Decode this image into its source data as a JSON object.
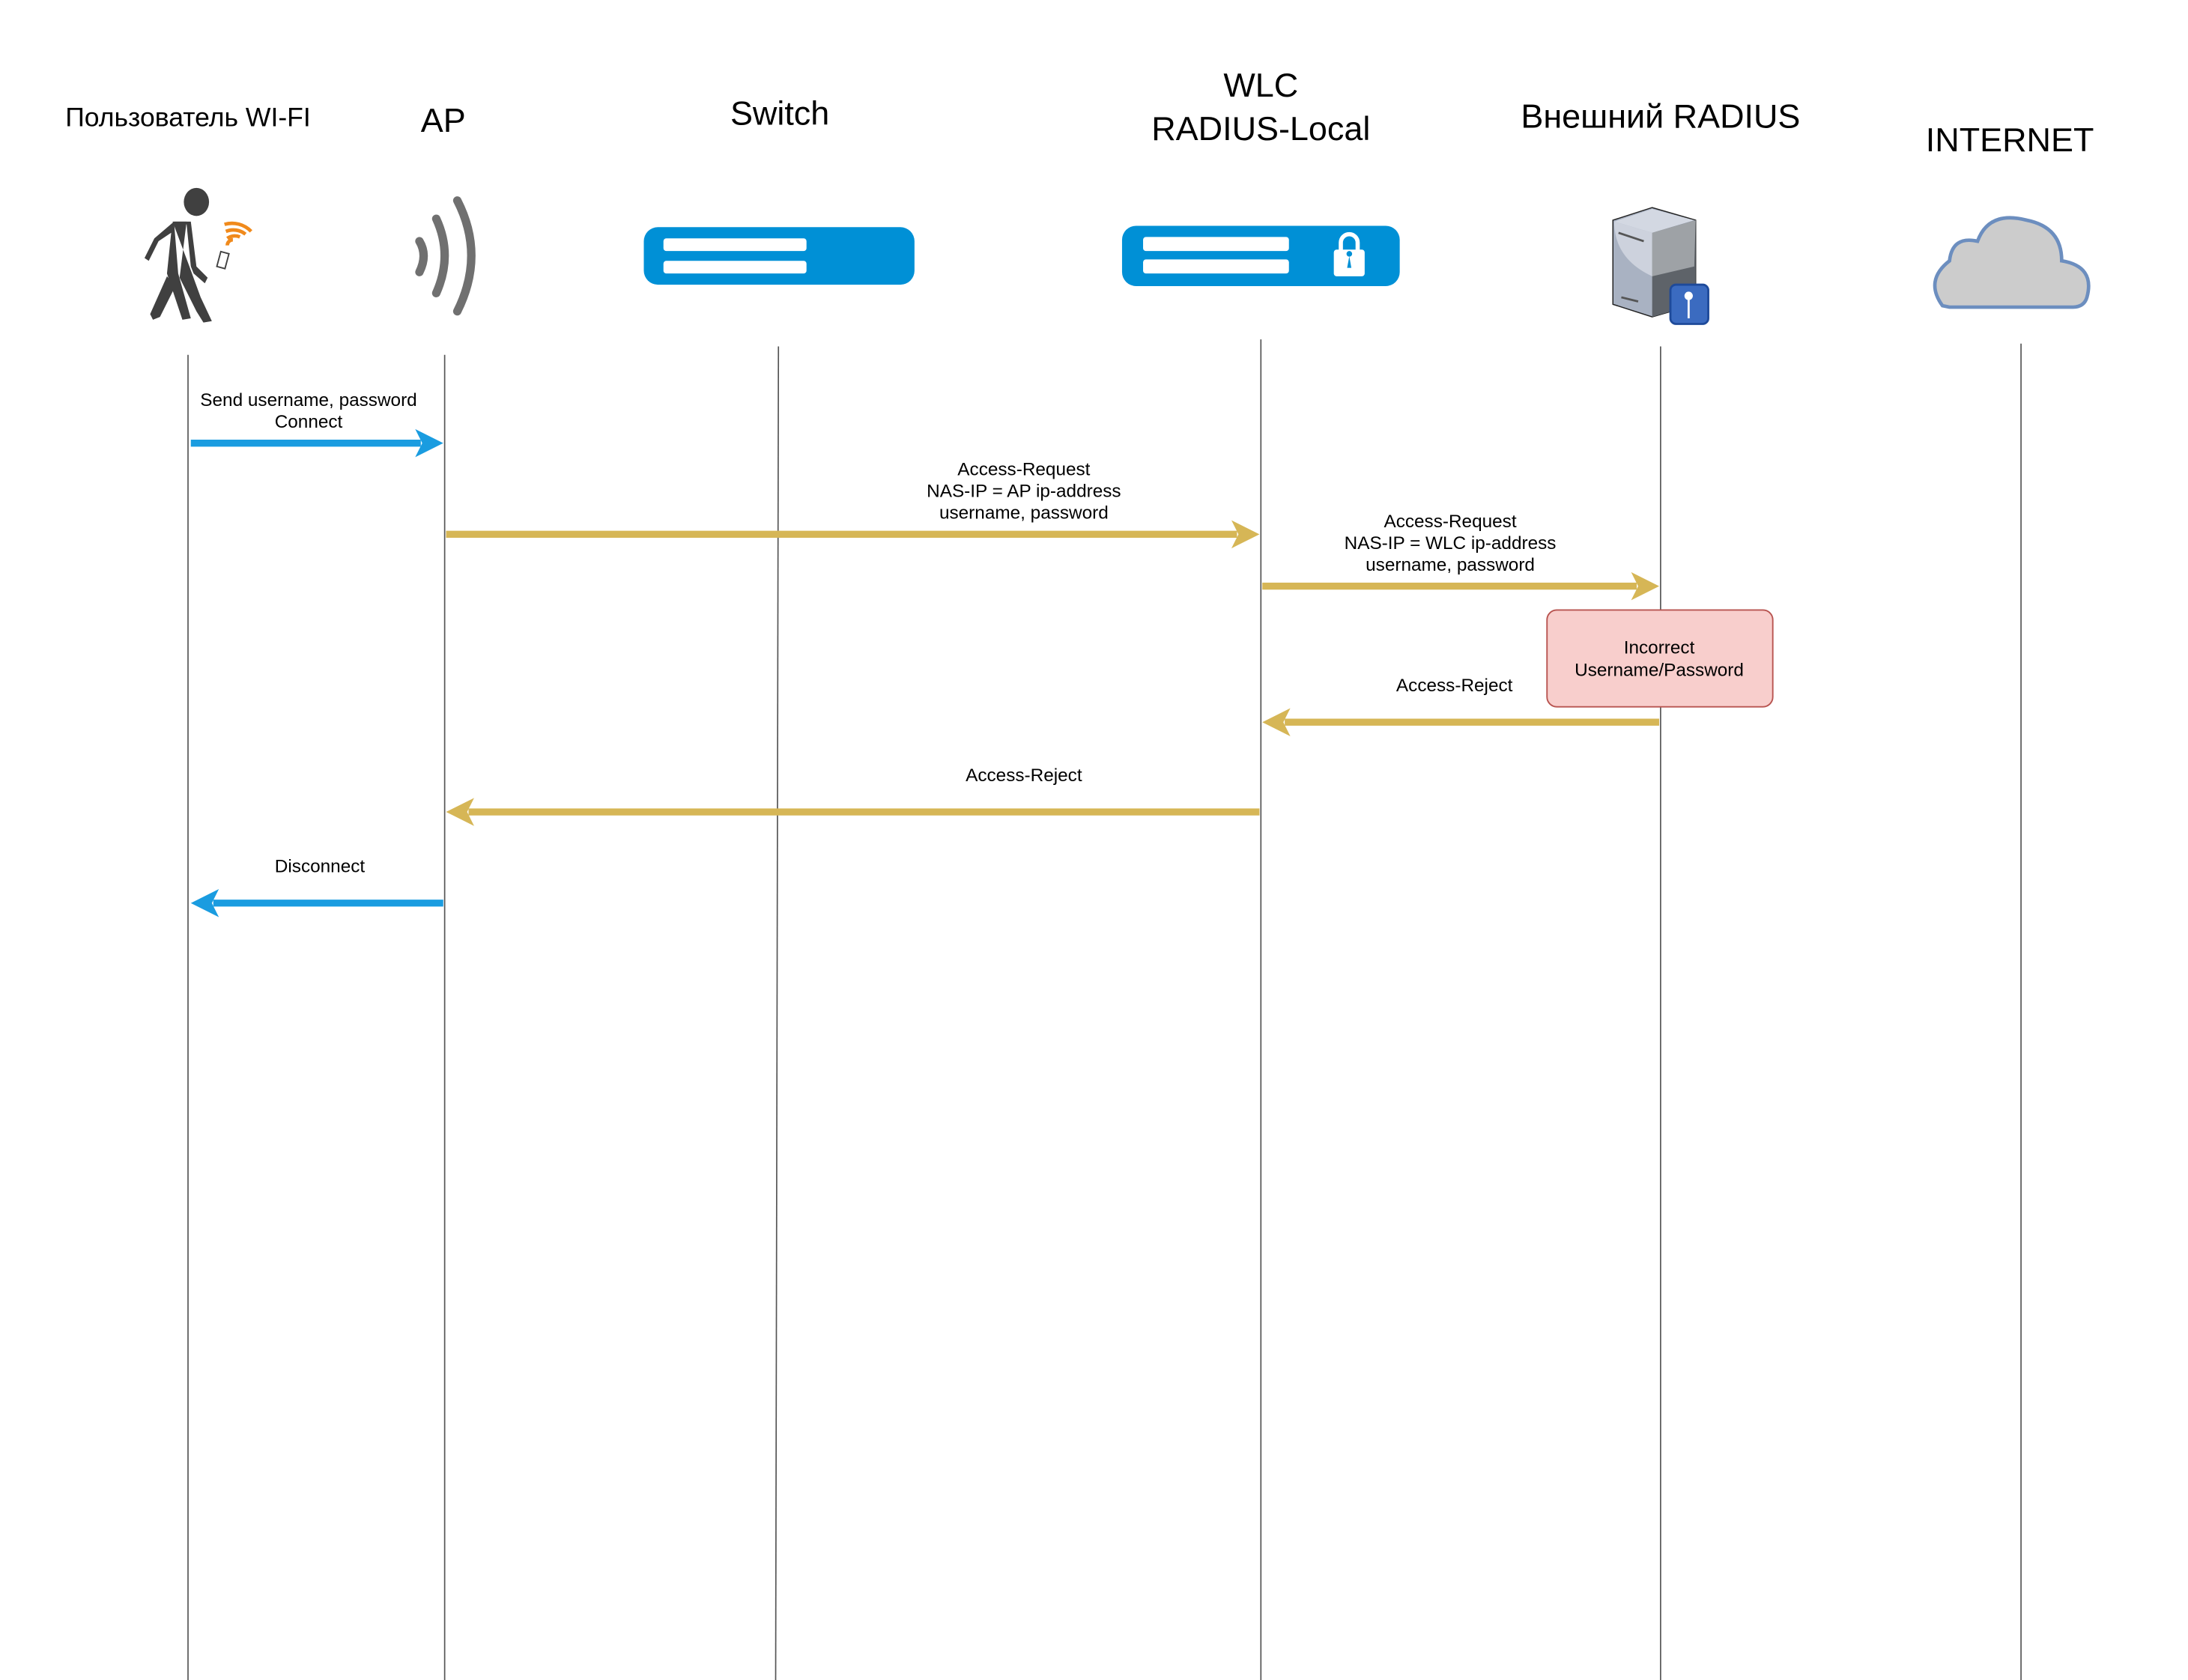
{
  "actors": [
    {
      "id": "user",
      "title": "Пользователь WI-FI",
      "icon": "walking-person-phone-wifi-icon"
    },
    {
      "id": "ap",
      "title": "AP",
      "icon": "wireless-signal-icon"
    },
    {
      "id": "switch",
      "title": "Switch",
      "icon": "switch-icon"
    },
    {
      "id": "wlc",
      "title_line1": "WLC",
      "title_line2": "RADIUS-Local",
      "icon": "wlc-lock-icon"
    },
    {
      "id": "radius",
      "title": "Внешний RADIUS",
      "icon": "server-key-icon"
    },
    {
      "id": "internet",
      "title": "INTERNET",
      "icon": "cloud-icon"
    }
  ],
  "messages": [
    {
      "from": "user",
      "to": "ap",
      "color": "#1a9ce0",
      "lines": [
        "Send username, password",
        "Connect"
      ]
    },
    {
      "from": "ap",
      "to": "wlc",
      "color": "#d6b656",
      "lines": [
        "Access-Request",
        "NAS-IP = AP ip-address",
        "username, password"
      ]
    },
    {
      "from": "wlc",
      "to": "radius",
      "color": "#d6b656",
      "lines": [
        "Access-Request",
        "NAS-IP = WLC ip-address",
        "username, password"
      ]
    },
    {
      "from": "radius",
      "to": "wlc",
      "color": "#d6b656",
      "lines": [
        "Access-Reject"
      ]
    },
    {
      "from": "wlc",
      "to": "ap",
      "color": "#d6b656",
      "lines": [
        "Access-Reject"
      ]
    },
    {
      "from": "ap",
      "to": "user",
      "color": "#1a9ce0",
      "lines": [
        "Disconnect"
      ]
    }
  ],
  "note": {
    "lines": [
      "Incorrect",
      "Username/Password"
    ],
    "fill": "#f8cecc",
    "stroke": "#b85450"
  },
  "colors": {
    "device_blue": "#0090d6",
    "cloud_fill": "#cccccc",
    "cloud_stroke": "#6c8ebf"
  }
}
